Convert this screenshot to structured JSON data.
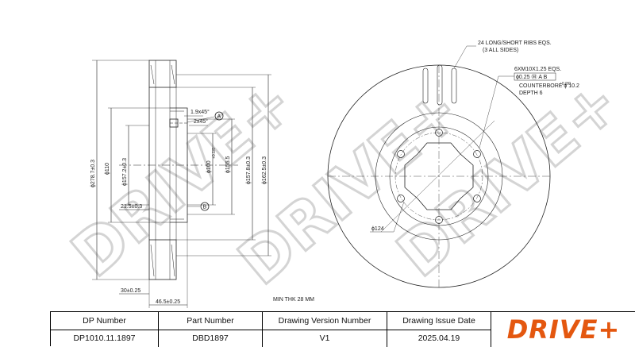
{
  "drawing": {
    "side_view": {
      "dims": {
        "d_outer": "ϕ278.7±0.3",
        "d_110": "ϕ110",
        "d_157": "ϕ157.2±0.3",
        "d_100": "ϕ100",
        "d_100_tol": "+0.1/0",
        "d_155": "ϕ155.5",
        "d_157_8": "ϕ157.8±0.3",
        "d_162_5": "ϕ162.5±0.3",
        "h_21_5": "21.5±0.3",
        "h_30": "30±0.25",
        "h_46_5": "46.5±0.25",
        "chamfer_1": "1.9x45°",
        "chamfer_2": "2x45°"
      },
      "datums": {
        "a": "A",
        "b": "B"
      }
    },
    "front_view": {
      "notes": {
        "ribs_1": "24 LONG/SHORT RIBS EQS.",
        "ribs_2": "(3 ALL SIDES)",
        "holes": "6XM10X1.25 EQS.",
        "tol_frame": "ϕ0.25 Ⓜ A B",
        "counterbore": "COUNTERBORE ϕ 10.2",
        "counterbore_tol": "+0.2/0",
        "depth": "DEPTH 6",
        "pcd": "ϕ124"
      }
    },
    "min_thk": "MIN THK 28 MM",
    "watermark": "DRIVE+"
  },
  "title_block": {
    "columns": [
      {
        "header": "DP Number",
        "value": "DP1010.11.1897"
      },
      {
        "header": "Part Number",
        "value": "DBD1897"
      },
      {
        "header": "Drawing Version Number",
        "value": "V1"
      },
      {
        "header": "Drawing Issue Date",
        "value": "2025.04.19"
      }
    ],
    "logo": "DRIVE+",
    "brand_color": "#e4570f"
  }
}
